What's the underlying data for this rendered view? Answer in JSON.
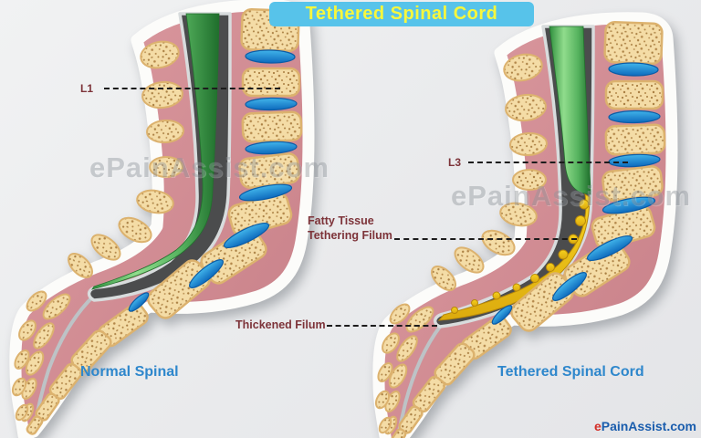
{
  "title": "Tethered Spinal Cord",
  "watermark": "ePainAssist.com",
  "panels": {
    "left": {
      "caption": "Normal Spinal",
      "level_label": "L1"
    },
    "right": {
      "caption": "Tethered Spinal Cord",
      "level_label": "L3",
      "fatty_label_line1": "Fatty Tissue",
      "fatty_label_line2": "Tethering Filum",
      "thickened_label": "Thickened Filum"
    }
  },
  "footer": {
    "e": "e",
    "rest": "PainAssist.com"
  },
  "colors": {
    "banner_bg": "#57c3ea",
    "title_text": "#f7f73c",
    "label_maroon": "#7d3339",
    "caption_blue": "#2e87cc",
    "footer_red": "#d42d26",
    "footer_blue": "#1a5dad",
    "bone_cream": "#f4dca6",
    "bone_speckle": "#a97f42",
    "disc_blue": "#1787d8",
    "cord_green": "#4eb85c",
    "dura_gray": "#4b4c4d",
    "fat_yellow": "#eec91c",
    "tissue_pink": "#d28f95",
    "background": "#eaebed"
  }
}
